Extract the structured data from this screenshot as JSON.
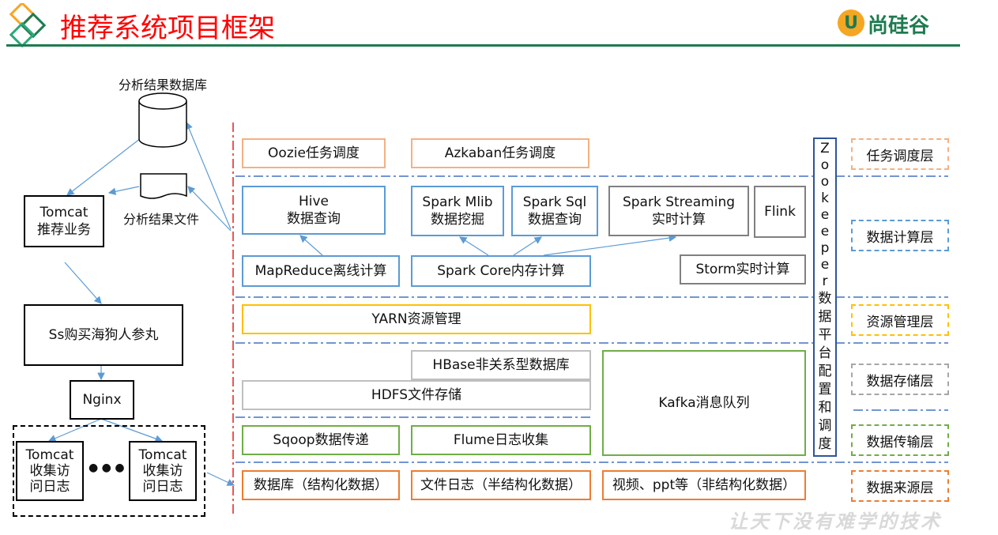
{
  "header": {
    "title": "推荐系统项目框架",
    "logo_text": "尚硅谷",
    "logo_letter": "U",
    "slogan": "让天下没有难学的技术"
  },
  "colors": {
    "title_red": "#ff0000",
    "header_line": "#1e7b4f",
    "logo_orange": "#f5a623",
    "logo_green": "#1e7b4f",
    "red_divider": "#e02020",
    "dashdot_blue": "#4472c4"
  },
  "left": {
    "db_label": "分析结果数据库",
    "file_label": "分析结果文件",
    "tomcat_rec": [
      "Tomcat",
      "推荐业务"
    ],
    "mall": "Ss购买海狗人参丸",
    "nginx": "Nginx",
    "tomcat_log_1": [
      "Tomcat",
      "收集访",
      "问日志"
    ],
    "tomcat_log_2": [
      "Tomcat",
      "收集访",
      "问日志"
    ],
    "ellipsis": "● ● ●"
  },
  "platform": {
    "oozie": "Oozie任务调度",
    "azkaban": "Azkaban任务调度",
    "hive": [
      "Hive",
      "数据查询"
    ],
    "spark_mlib": [
      "Spark Mlib",
      "数据挖掘"
    ],
    "spark_sql": [
      "Spark Sql",
      "数据查询"
    ],
    "spark_streaming": [
      "Spark Streaming",
      "实时计算"
    ],
    "flink": "Flink",
    "mapreduce": "MapReduce离线计算",
    "spark_core": "Spark Core内存计算",
    "storm": "Storm实时计算",
    "yarn": "YARN资源管理",
    "hbase": "HBase非关系型数据库",
    "hdfs": "HDFS文件存储",
    "kafka": "Kafka消息队列",
    "sqoop": "Sqoop数据传递",
    "flume": "Flume日志收集",
    "src_db": "数据库（结构化数据）",
    "src_log": "文件日志（半结构化数据）",
    "src_video": "视频、ppt等（非结构化数据）",
    "zookeeper_letters": [
      "Z",
      "o",
      "o",
      "k",
      "e",
      "e",
      "p",
      "e",
      "r"
    ],
    "zookeeper_chars": [
      "数",
      "据",
      "平",
      "台",
      "配",
      "置",
      "和",
      "调",
      "度"
    ]
  },
  "layers": {
    "schedule": "任务调度层",
    "compute": "数据计算层",
    "resource": "资源管理层",
    "storage": "数据存储层",
    "transfer": "数据传输层",
    "source": "数据来源层"
  }
}
